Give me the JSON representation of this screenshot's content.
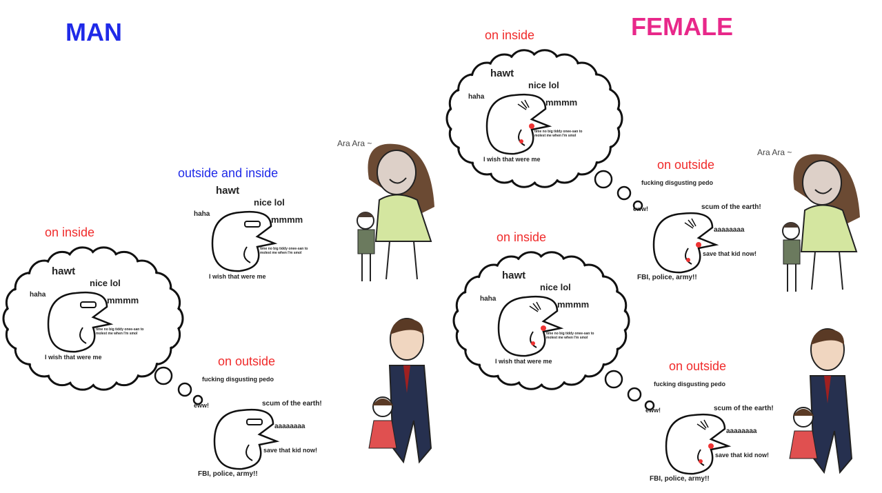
{
  "headers": {
    "man": "MAN",
    "female": "FEMALE",
    "man_color": "#1f2ae8",
    "female_color": "#e8288a"
  },
  "inside_words": {
    "hawt": "hawt",
    "nice": "nice lol",
    "haha": "haha",
    "mmmm": "mmmm",
    "small": "time no big tiddy onee-san to molest me when I'm smol",
    "wish": "I wish that were me"
  },
  "outside_words": {
    "fuck": "fucking disgusting pedo",
    "eww": "eww!",
    "scum": "scum of the earth!",
    "aaaa": "aaaaaaaa",
    "save": "save that kid now!",
    "fbi": "FBI, police, army!!"
  },
  "titles": {
    "man_inside": "on inside",
    "man_both": "outside and inside",
    "man_outside": "on outside",
    "female_inside_1": "on inside",
    "female_outside_1": "on outside",
    "female_inside_2": "on inside",
    "female_outside_2": "on outside"
  },
  "speech": {
    "ara1": "Ara Ara ~",
    "ara2": "Ara Ara ~"
  }
}
